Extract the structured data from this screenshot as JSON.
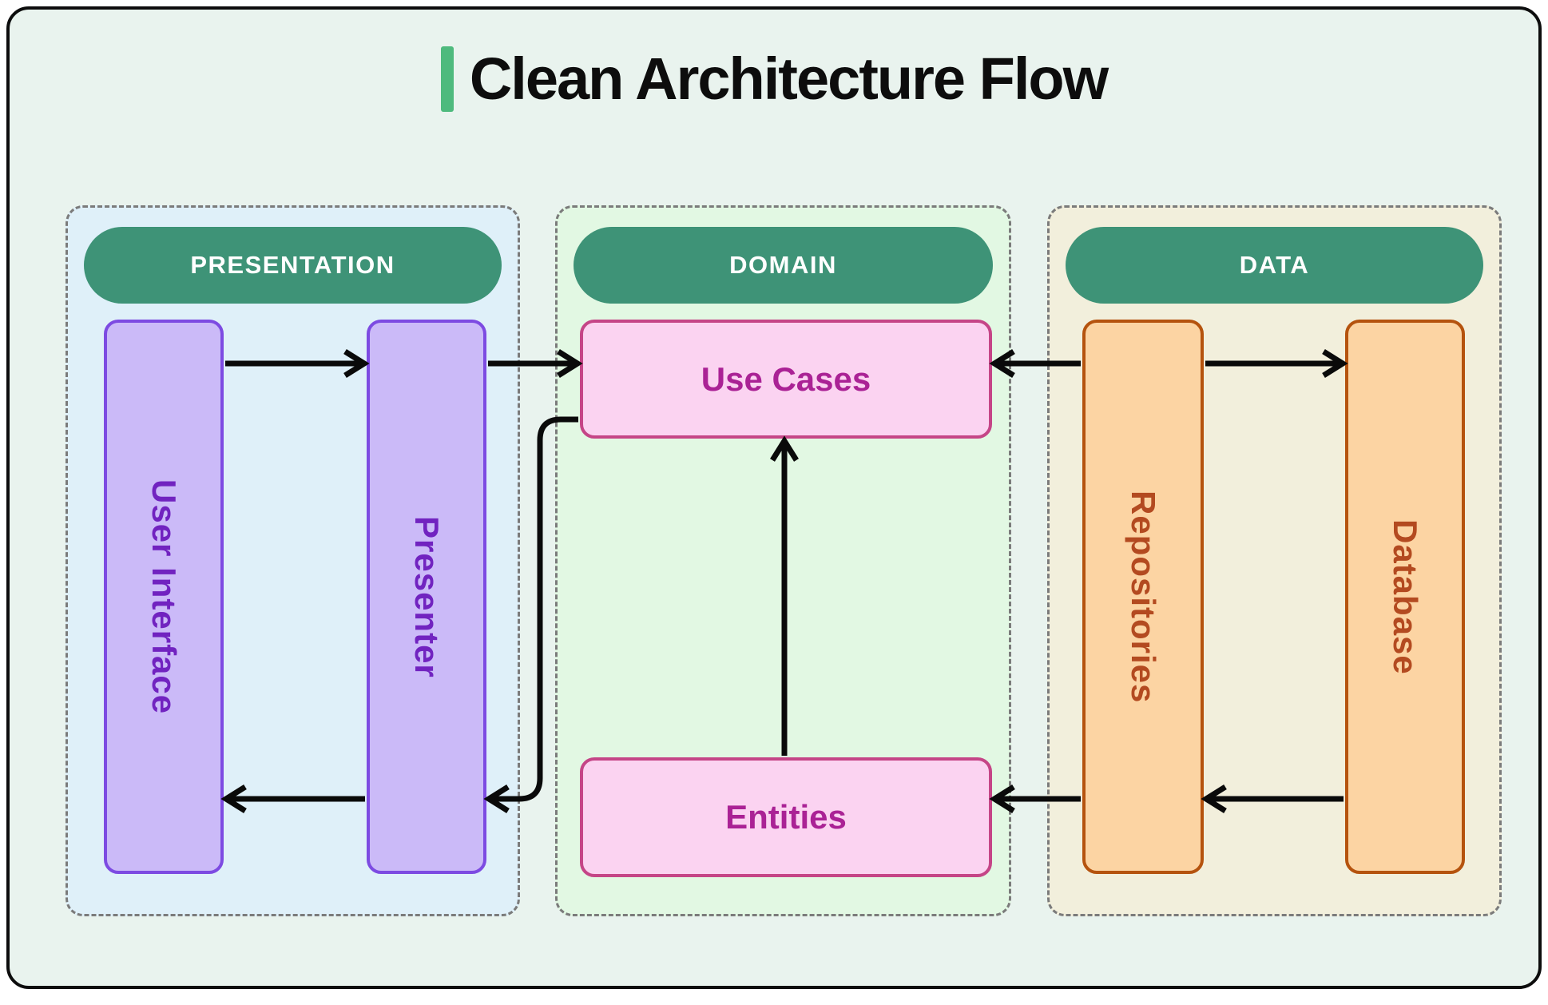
{
  "title": "Clean Architecture Flow",
  "sections": [
    {
      "id": "presentation",
      "label": "PRESENTATION",
      "boxes": [
        {
          "id": "user-interface",
          "label": "User Interface"
        },
        {
          "id": "presenter",
          "label": "Presenter"
        }
      ]
    },
    {
      "id": "domain",
      "label": "DOMAIN",
      "boxes": [
        {
          "id": "use-cases",
          "label": "Use Cases"
        },
        {
          "id": "entities",
          "label": "Entities"
        }
      ]
    },
    {
      "id": "data",
      "label": "DATA",
      "boxes": [
        {
          "id": "repositories",
          "label": "Repositories"
        },
        {
          "id": "database",
          "label": "Database"
        }
      ]
    }
  ],
  "arrows": [
    {
      "from": "User Interface",
      "to": "Presenter",
      "edge": "top"
    },
    {
      "from": "Presenter",
      "to": "Use Cases",
      "edge": "top"
    },
    {
      "from": "Repositories",
      "to": "Use Cases",
      "edge": "top"
    },
    {
      "from": "Repositories",
      "to": "Database",
      "edge": "top"
    },
    {
      "from": "Database",
      "to": "Repositories",
      "edge": "bottom"
    },
    {
      "from": "Repositories",
      "to": "Entities",
      "edge": "bottom"
    },
    {
      "from": "Entities",
      "to": "Use Cases",
      "edge": "vertical-center"
    },
    {
      "from": "Use Cases",
      "to": "Presenter",
      "edge": "routed-down-left"
    },
    {
      "from": "Presenter",
      "to": "User Interface",
      "edge": "bottom"
    }
  ],
  "colors": {
    "canvas_bg": "#e9f3ee",
    "canvas_border": "#0d0d0d",
    "title_accent_bar": "#4eba7d",
    "section_header_pill": "#3e9377",
    "section_presentation_bg": "#dff0f9",
    "section_domain_bg": "#e2f8e3",
    "section_data_bg": "#f2efdc",
    "section_dashed_border": "#7b7b7b",
    "purple_node_fill": "#cbbaf8",
    "purple_node_border": "#7d4be2",
    "purple_node_text": "#7123c0",
    "pink_node_fill": "#fbd3f1",
    "pink_node_border": "#c54587",
    "pink_node_text": "#aa2295",
    "orange_node_fill": "#fcd4a3",
    "orange_node_border": "#b5530e",
    "orange_node_text": "#b34a20",
    "arrow": "#0a0a0a"
  }
}
